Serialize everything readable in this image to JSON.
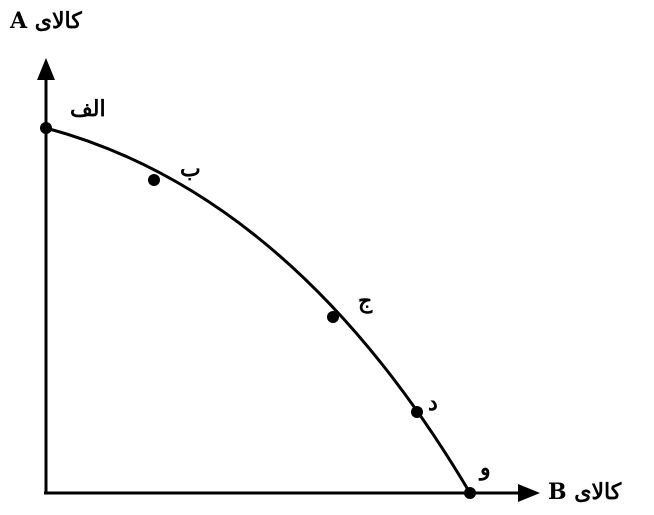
{
  "axes": {
    "y_label": "کالای A",
    "x_label": "کالای B"
  },
  "points": [
    {
      "label": "الف"
    },
    {
      "label": "ب"
    },
    {
      "label": "ج"
    },
    {
      "label": "د"
    },
    {
      "label": "و"
    }
  ],
  "colors": {
    "ink": "#000000",
    "background": "#ffffff"
  }
}
